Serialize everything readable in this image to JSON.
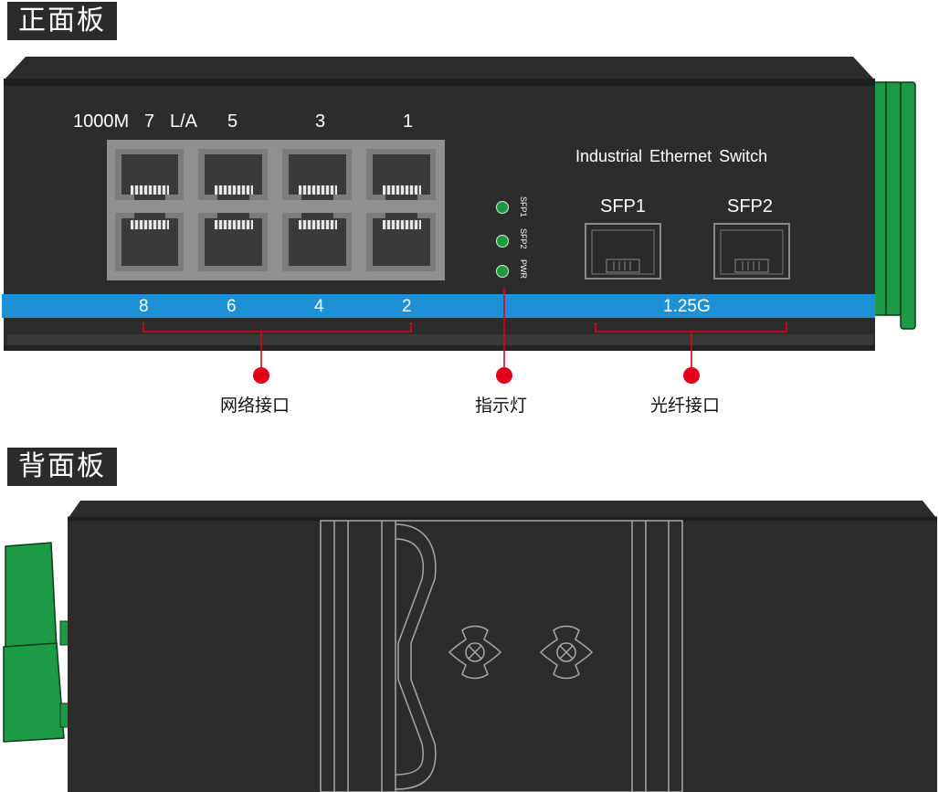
{
  "front_title": "正面板",
  "back_title": "背面板",
  "front_panel": {
    "port_top_labels": [
      "1000M",
      "7",
      "L/A",
      "5",
      "3",
      "1"
    ],
    "port_bottom_labels": [
      "8",
      "6",
      "4",
      "2"
    ],
    "led_labels": [
      "SFP1",
      "SFP2",
      "PWR"
    ],
    "device_name": "Industrial Ethernet Switch",
    "sfp_labels": [
      "SFP1",
      "SFP2"
    ],
    "sfp_speed": "1.25G"
  },
  "callouts": {
    "network": "网络接口",
    "indicator": "指示灯",
    "fiber": "光纤接口"
  },
  "colors": {
    "panel": "#353535",
    "band": "#1e90d6",
    "terminal": "#1c9a45",
    "callout": "#e2001a"
  }
}
